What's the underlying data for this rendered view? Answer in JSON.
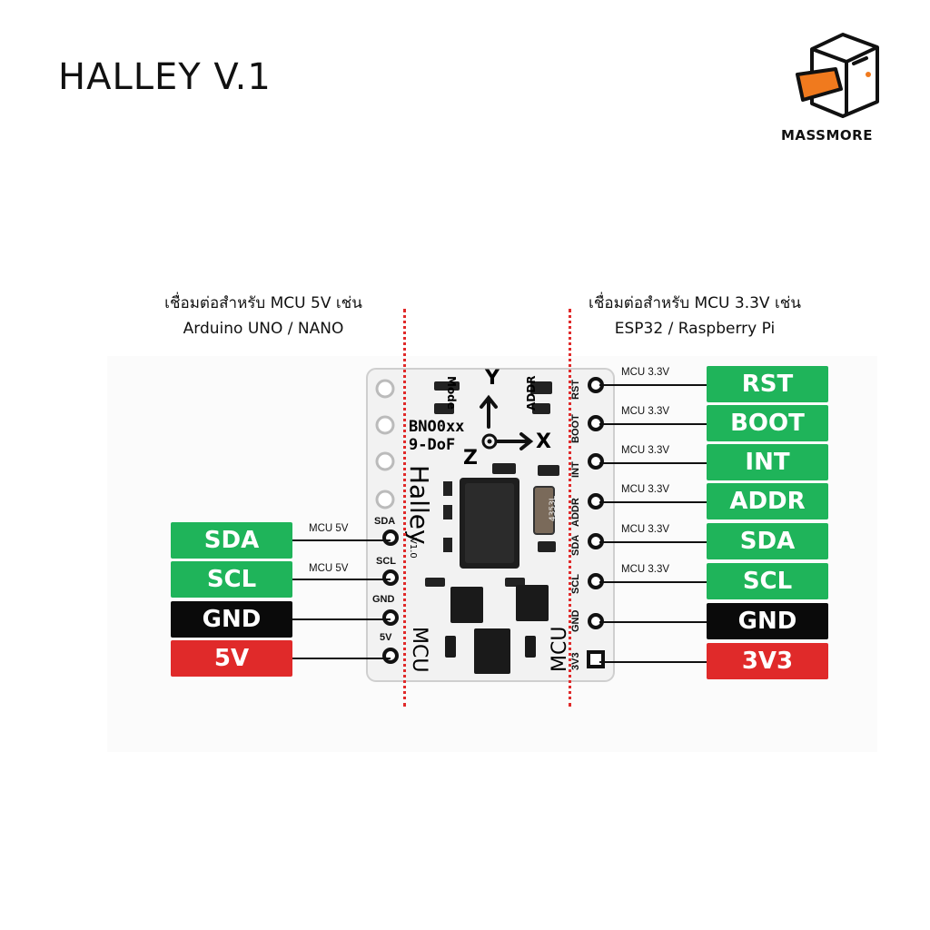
{
  "header": {
    "title": "HALLEY V.1",
    "brand": "MASSMORE"
  },
  "captions": {
    "left_line1": "เชื่อมต่อสำหรับ MCU 5V เช่น",
    "left_line2": "Arduino UNO / NANO",
    "right_line1": "เชื่อมต่อสำหรับ MCU 3.3V เช่น",
    "right_line2": "ESP32 / Raspberry Pi"
  },
  "left_pins": [
    {
      "label": "SDA",
      "pin": "SDA",
      "note": "MCU 5V",
      "color": "#1fb45a"
    },
    {
      "label": "SCL",
      "pin": "SCL",
      "note": "MCU 5V",
      "color": "#1fb45a"
    },
    {
      "label": "GND",
      "pin": "GND",
      "note": "",
      "color": "#0a0a0a"
    },
    {
      "label": "5V",
      "pin": "5V",
      "note": "",
      "color": "#e02a2a"
    }
  ],
  "right_pins": [
    {
      "label": "RST",
      "pin": "RST",
      "note": "MCU 3.3V",
      "color": "#1fb45a"
    },
    {
      "label": "BOOT",
      "pin": "BOOT",
      "note": "MCU 3.3V",
      "color": "#1fb45a"
    },
    {
      "label": "INT",
      "pin": "INT",
      "note": "MCU 3.3V",
      "color": "#1fb45a"
    },
    {
      "label": "ADDR",
      "pin": "ADDR",
      "note": "MCU 3.3V",
      "color": "#1fb45a"
    },
    {
      "label": "SDA",
      "pin": "SDA",
      "note": "MCU 3.3V",
      "color": "#1fb45a"
    },
    {
      "label": "SCL",
      "pin": "SCL",
      "note": "MCU 3.3V",
      "color": "#1fb45a"
    },
    {
      "label": "GND",
      "pin": "GND",
      "note": "",
      "color": "#0a0a0a"
    },
    {
      "label": "3V3",
      "pin": "3V3",
      "note": "",
      "color": "#e02a2a"
    }
  ],
  "board": {
    "silk_mode": "Mode",
    "silk_addr": "ADDR",
    "axis_y": "Y",
    "axis_x": "X",
    "axis_z": "Z",
    "chip_line1": "BNO0xx",
    "chip_line2": "9-DoF",
    "name": "Halley",
    "version": "V1.0",
    "mcu_left": "MCU",
    "mcu_right": "MCU",
    "crystal_text": "4353L"
  },
  "colors": {
    "accent_green": "#1fb45a",
    "gnd_black": "#0a0a0a",
    "power_red": "#e02a2a",
    "divider_red": "#e02a2a"
  }
}
